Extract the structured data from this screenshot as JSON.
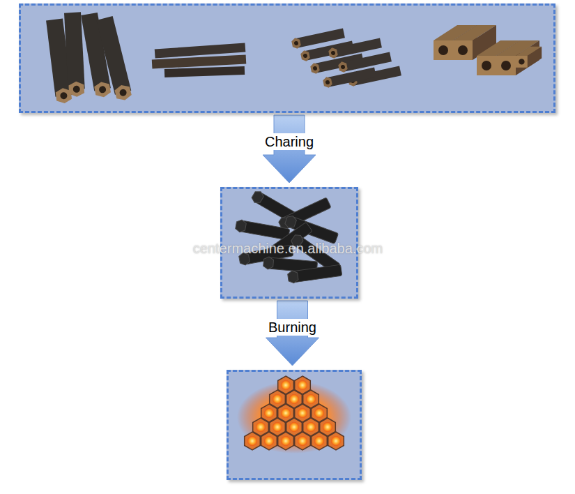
{
  "diagram": {
    "nodes": [
      {
        "text": []
      },
      {
        "text": []
      },
      {
        "text": []
      }
    ],
    "edges": [
      {
        "from": 0,
        "to": 1,
        "arrow": "to",
        "label": "Charing"
      },
      {
        "from": 1,
        "to": 2,
        "arrow": "to",
        "label": "Burning"
      }
    ],
    "labels": [
      "centermachine.en.alibaba.com"
    ]
  }
}
